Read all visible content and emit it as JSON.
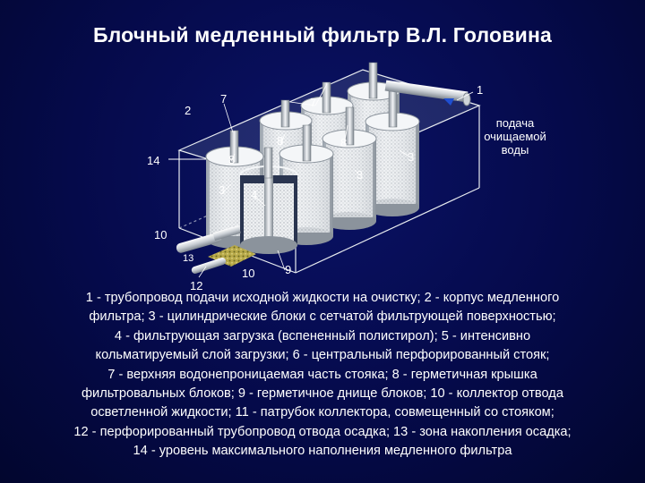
{
  "title": "Блочный медленный фильтр В.Л. Головина",
  "side_note": [
    "подача",
    "очищаемой",
    "воды"
  ],
  "labels": {
    "n1": "1",
    "n2": "2",
    "n3a": "3",
    "n3b": "3",
    "n3c": "3",
    "n4": "4",
    "n7a": "7",
    "n7b": "7",
    "n8a": "8",
    "n8b": "8",
    "n8c": "8",
    "n9": "9",
    "n10a": "10",
    "n10b": "10",
    "n12": "12",
    "n13": "13",
    "n14": "14"
  },
  "legend": [
    "1 - трубопровод подачи исходной жидкости на очистку; 2 - корпус медленного",
    "фильтра; 3 - цилиндрические блоки с сетчатой фильтрующей поверхностью;",
    "4 - фильтрующая загрузка (вспененный полистирол); 5 - интенсивно",
    "кольматируемый слой загрузки; 6 - центральный перфорированный стояк;",
    "7 - верхняя водонепроницаемая часть стояка; 8 - герметичная крышка",
    "фильтровальных блоков; 9 - герметичное днище блоков; 10 - коллектор отвода",
    "осветленной жидкости; 11 - патрубок коллектора, совмещенный со стояком;",
    "12 - перфорированный трубопровод отвода осадка; 13 - зона накопления осадка;",
    "14 - уровень максимального наполнения медленного фильтра"
  ]
}
